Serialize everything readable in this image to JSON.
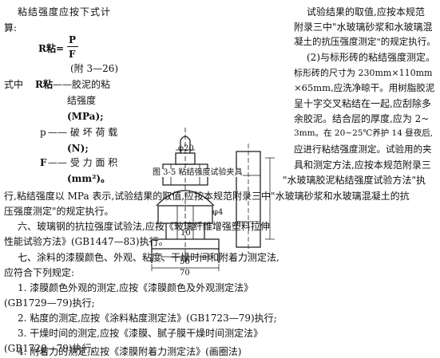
{
  "left_top": {
    "formula_intro_1": "粘结强度应按下式计",
    "formula_intro_2": "算:",
    "formula_lhs": "R粘=",
    "formula_num": "P",
    "formula_den": "F",
    "eq_number": "(附 3—26)",
    "where_label": "式中",
    "r_symbol": "R粘",
    "r_def_1": "——胶泥的粘",
    "r_def_2": "结强度",
    "r_unit": "(MPa);",
    "p_symbol": "p",
    "p_def": "—— 破 坏 荷 载",
    "p_unit": "(N);",
    "f_symbol": "F",
    "f_def": "—— 受 力 面 积",
    "f_unit": "(mm²)。"
  },
  "right_col": {
    "lines": [
      "试验结果的取值,应按本规范",
      "附录三中\"水玻璃砂浆和水玻璃混",
      "凝土的抗压强度测定\"的规定执行。",
      "(2)与标形砖的粘结强度测定。",
      "标形砖的尺寸为 230mm×110mm",
      "×65mm,应洗净晾干。用树脂胶泥",
      "呈十字交叉粘结在一起,应刮除多",
      "余胶泥。结合层的厚度,应为 2~",
      "3mm。在 20~25℃养护 14 昼夜后,",
      "应进行粘结强度测定。试验用的夹",
      "具和测定方法,应按本规范附录三",
      "\"水玻璃胶泥粘结强度试验方法\"执"
    ]
  },
  "figure": {
    "caption": "图 3-5 粘结强度试验夹具",
    "dim_top": "φ20",
    "dim_small": "φ4",
    "dim_inner": "10",
    "dim_bottom": "50",
    "dim_total": "70"
  },
  "full_lines": [
    "行,粘结强度以 MPa 表示,试验结果的取值,应按本规范附录三中\"水玻璃砂浆和水玻璃混凝土的抗",
    "压强度测定\"的规定执行。",
    "六、玻璃钢的抗拉强度试验法,应按《玻璃纤维增强塑料拉伸",
    "性能试验方法》(GB1447—83)执行。",
    "七、涂料的漆膜颜色、外观、粘度、干燥时间和附着力测定法,",
    "应符合下列规定:",
    "1. 漆膜颜色外观的测定,应按《漆膜颜色及外观测定法》",
    "(GB1729—79)执行;",
    "2. 粘度的测定,应按《涂料粘度测定法》(GB1723—79)执行;",
    "3. 干燥时间的测定,应按《漆膜、腻子膜干燥时间测定法》",
    "(GB1728—79)执行;",
    "4. 附着力的测定,应按《漆膜附着力测定法》(画圈法)"
  ]
}
